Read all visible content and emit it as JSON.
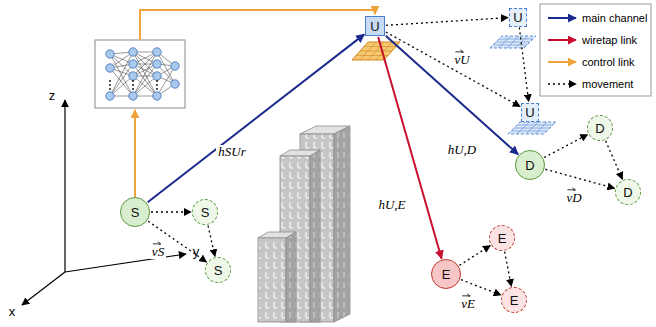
{
  "diagram": {
    "nodes": [
      {
        "text": [
          "U"
        ]
      },
      {
        "text": [
          "U"
        ]
      },
      {
        "text": [
          "U"
        ]
      },
      {
        "text": [
          "S"
        ]
      },
      {
        "text": [
          "S"
        ]
      },
      {
        "text": [
          "S"
        ]
      },
      {
        "text": [
          "D"
        ]
      },
      {
        "text": [
          "D"
        ]
      },
      {
        "text": [
          "D"
        ]
      },
      {
        "text": [
          "E"
        ]
      },
      {
        "text": [
          "E"
        ]
      },
      {
        "text": [
          "E"
        ]
      }
    ],
    "edges": [
      {
        "from": 3,
        "to": 0,
        "arrow": "to",
        "label": "hSUr"
      },
      {
        "from": 0,
        "to": 6,
        "arrow": "to",
        "label": "hU,D"
      },
      {
        "from": 0,
        "to": 9,
        "arrow": "to",
        "label": "hU,E"
      },
      {
        "from": 0,
        "to": 1,
        "arrow": "to"
      },
      {
        "from": 0,
        "to": 2,
        "arrow": "to",
        "label": "vU"
      },
      {
        "from": 1,
        "to": 2,
        "arrow": "to"
      },
      {
        "from": 3,
        "to": 4,
        "arrow": "to"
      },
      {
        "from": 3,
        "to": 5,
        "arrow": "to",
        "label": "vS"
      },
      {
        "from": 4,
        "to": 5,
        "arrow": "to"
      },
      {
        "from": 6,
        "to": 7,
        "arrow": "to"
      },
      {
        "from": 6,
        "to": 8,
        "arrow": "to",
        "label": "vD"
      },
      {
        "from": 7,
        "to": 8,
        "arrow": "to"
      },
      {
        "from": 9,
        "to": 10,
        "arrow": "to"
      },
      {
        "from": 9,
        "to": 11,
        "arrow": "to",
        "label": "vE"
      },
      {
        "from": 10,
        "to": 11,
        "arrow": "to"
      }
    ],
    "labels": [
      "z",
      "y",
      "x"
    ],
    "legend": [
      {
        "text": "main channel"
      },
      {
        "text": "wiretap link"
      },
      {
        "text": "control link"
      },
      {
        "text": "movement"
      }
    ]
  }
}
